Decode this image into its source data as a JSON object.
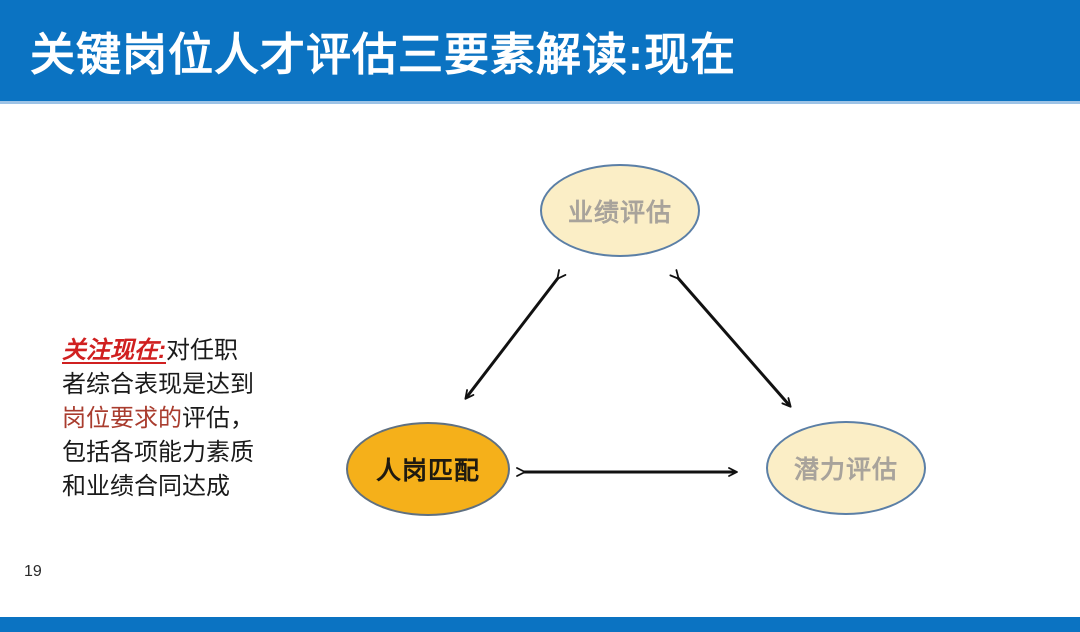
{
  "slide": {
    "title": "关键岗位人才评估三要素解读:现在",
    "page_number": "19"
  },
  "annotation": {
    "lead": "关注现在:",
    "line1_rest": "对任职",
    "line2": "者综合表现是达到",
    "line3_em": "岗位要求的",
    "line3_rest": "评估，",
    "line4": "包括各项能力素质",
    "line5": "和业绩合同达成"
  },
  "diagram": {
    "nodes": {
      "top": {
        "label": "业绩评估"
      },
      "left": {
        "label": "人岗匹配"
      },
      "right": {
        "label": "潜力评估"
      }
    },
    "connections": [
      "top-left-bidirectional",
      "top-right-bidirectional",
      "left-right-bidirectional"
    ]
  },
  "colors": {
    "header_blue": "#0b73c2",
    "header_hairline": "#9dc3e6",
    "footer_blue": "#0b73c2",
    "cream_fill": "#fbeec6",
    "cream_border": "#5b7fa6",
    "cream_text": "#a8a39b",
    "orange_fill": "#f5b01a",
    "orange_border": "#5f7081",
    "red_accent": "#d02020",
    "dark_red_accent": "#a93c2e",
    "arrow_color": "#111111"
  }
}
